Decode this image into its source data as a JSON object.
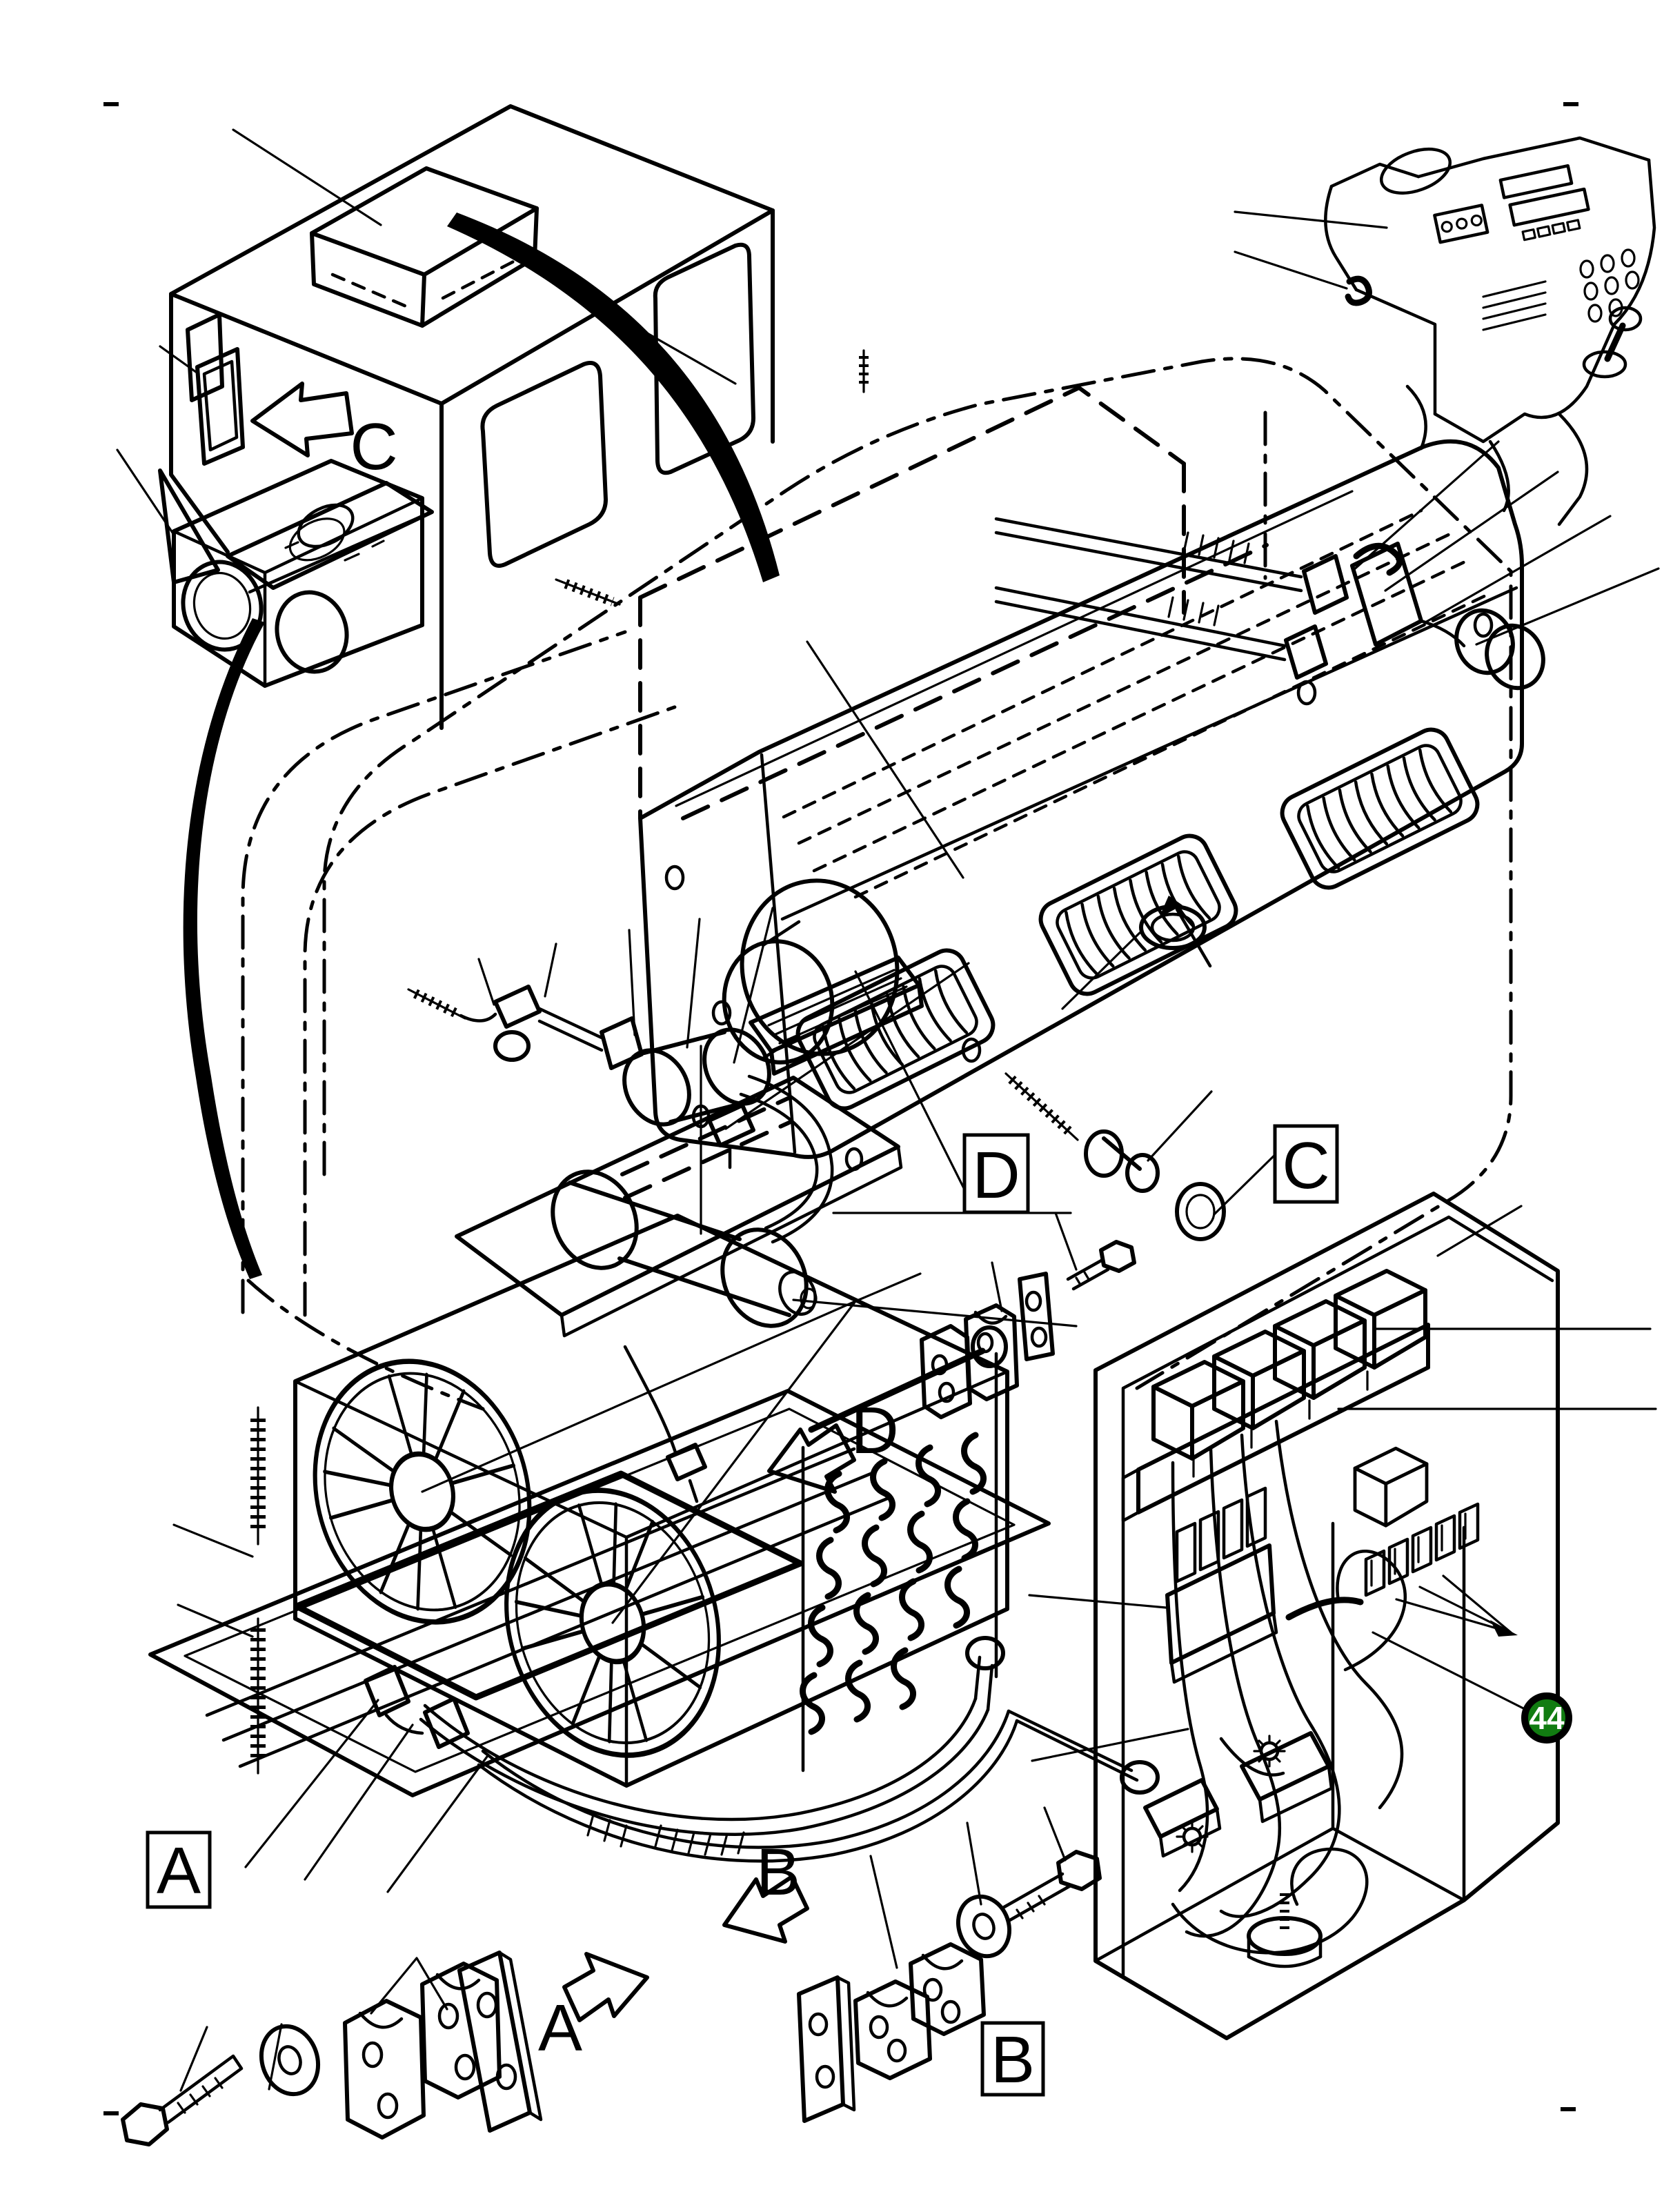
{
  "figure": {
    "background": "#ffffff",
    "ink": "#000000",
    "kind": "exploded-parts-line-drawing"
  },
  "callout_boxes": {
    "a": "A",
    "b": "B",
    "c": "C",
    "d": "D"
  },
  "callout_arrows": {
    "a": "A",
    "b": "B",
    "c": "C",
    "d": "D"
  },
  "part_badge": {
    "number": "44",
    "fill_color": "#117c11",
    "ring_color": "#000000",
    "text_color": "#ffffff"
  },
  "icons": {
    "hollow_arrow": "open-outline callout arrow",
    "filled_arrow": "solid leader arrowhead",
    "registration_tick": "small page corner dash"
  }
}
